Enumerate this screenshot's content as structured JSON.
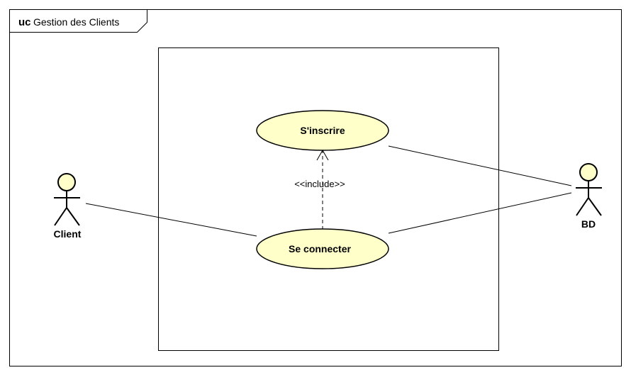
{
  "frame": {
    "keyword": "uc",
    "name": "Gestion des Clients"
  },
  "use_cases": {
    "sinscrire": "S'inscrire",
    "se_connecter": "Se connecter"
  },
  "actors": {
    "client": "Client",
    "bd": "BD"
  },
  "relations": {
    "include_label": "<<include>>"
  },
  "colors": {
    "use_case_fill": "#ffffc9",
    "actor_fill": "#ffffc9",
    "stroke": "#000000",
    "background": "#ffffff"
  }
}
